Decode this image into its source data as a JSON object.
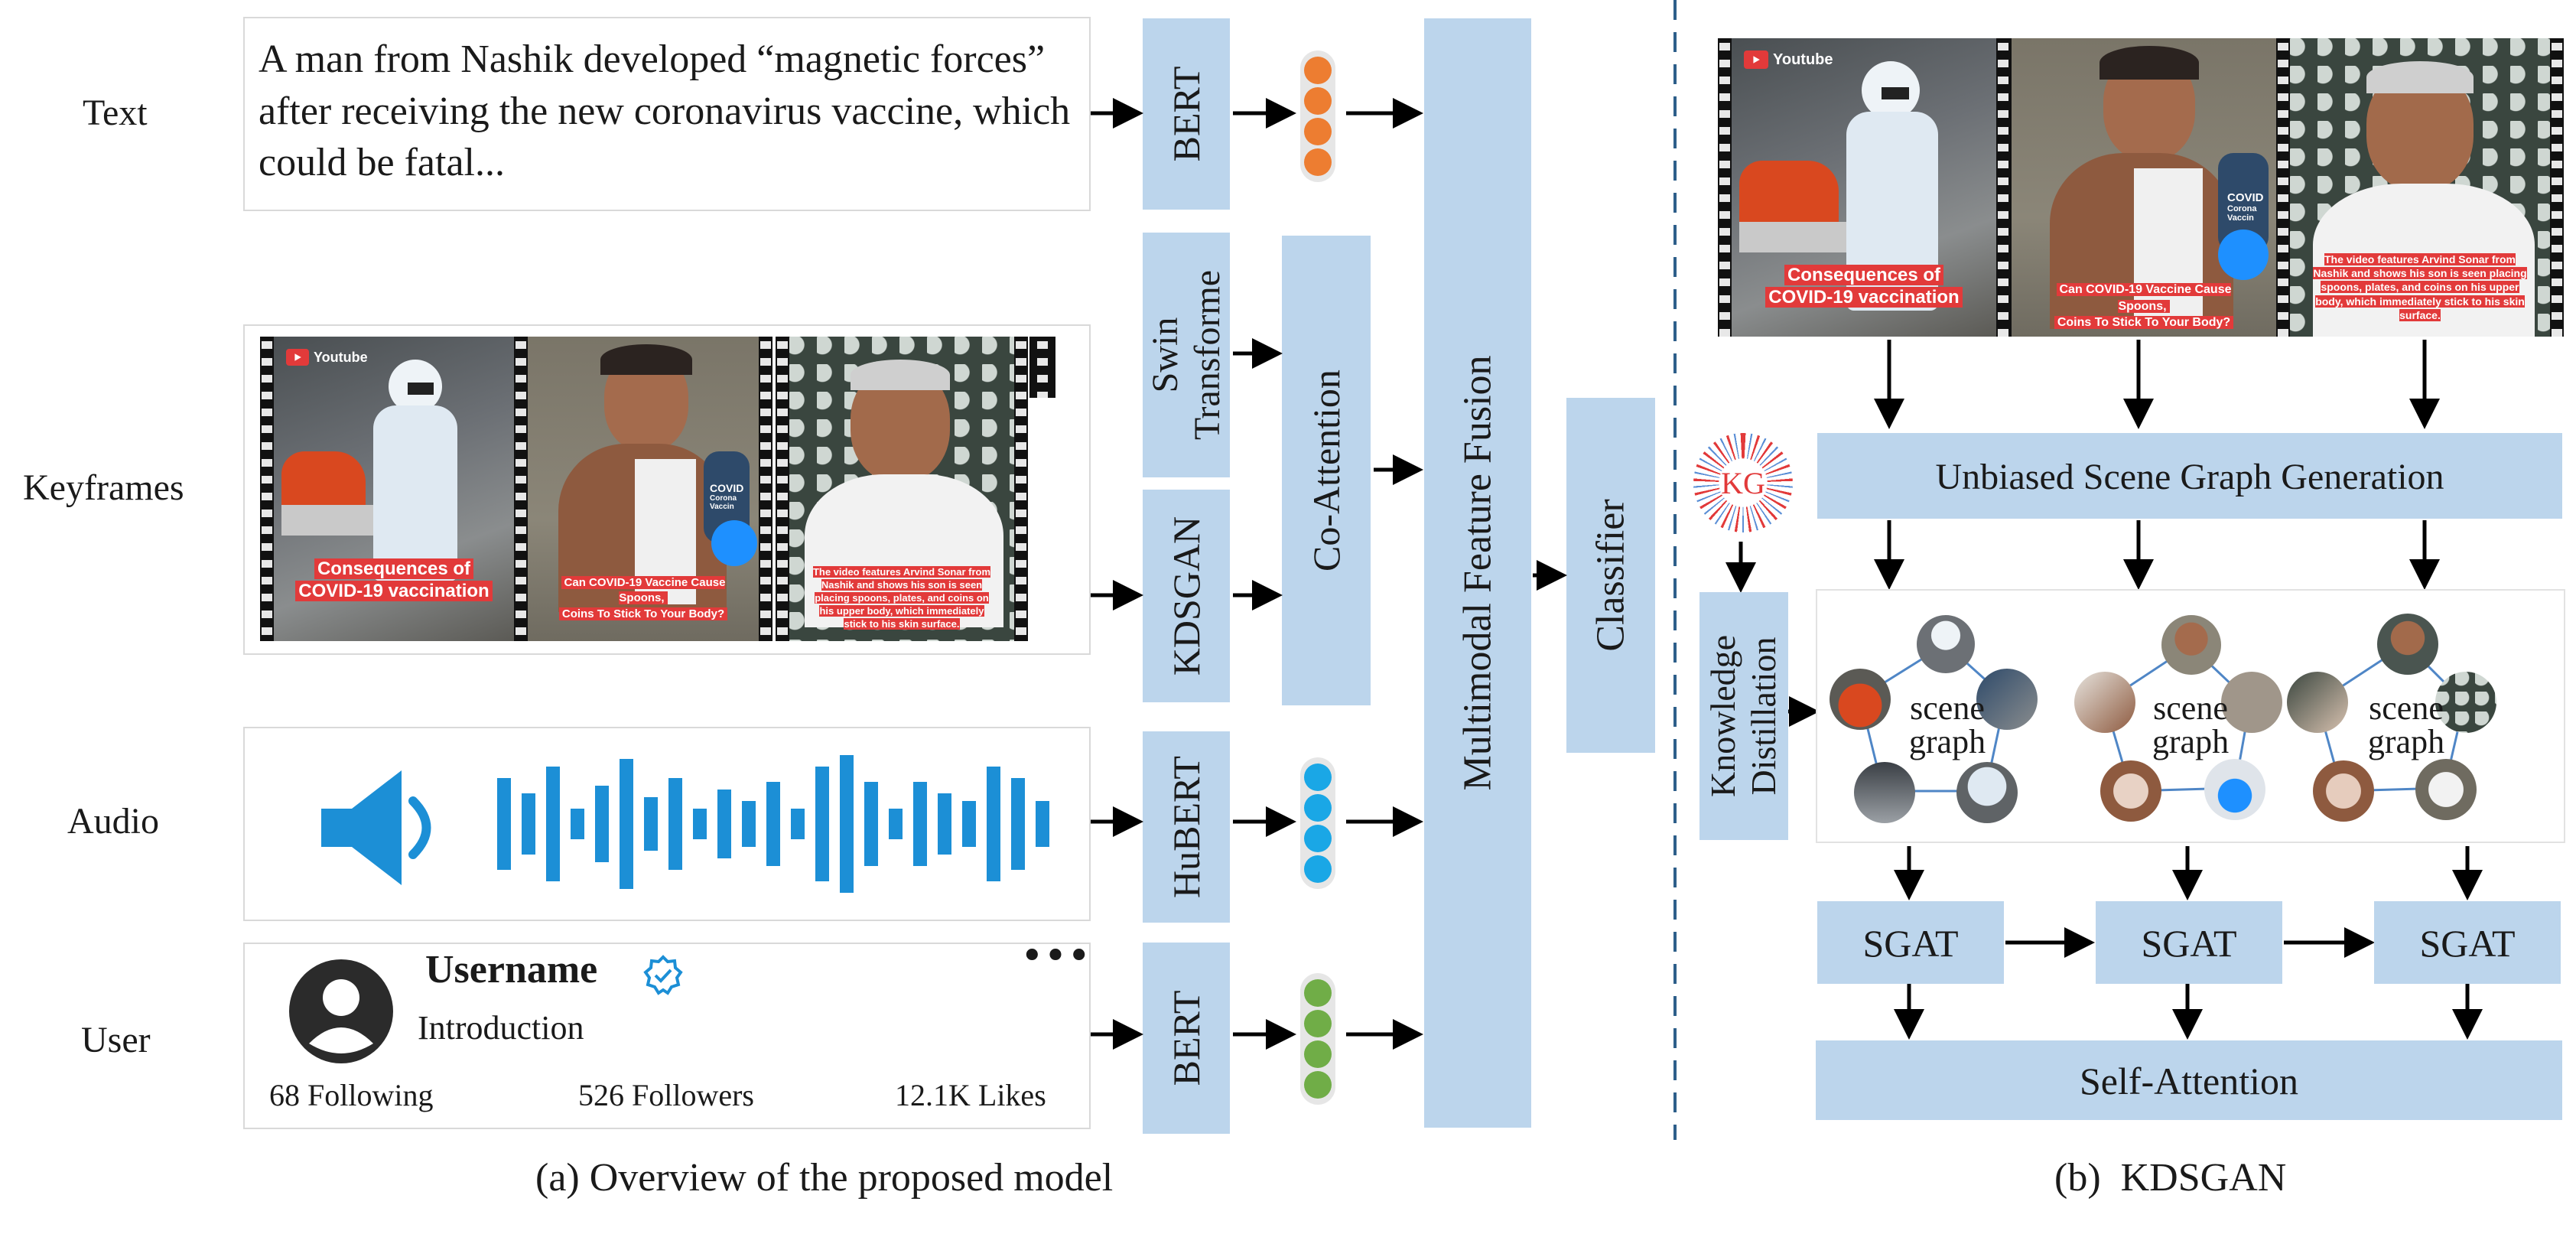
{
  "rows": {
    "text_label": "Text",
    "keyframes_label": "Keyframes",
    "audio_label": "Audio",
    "user_label": "User"
  },
  "text_input": "A man from Nashik developed “magnetic forces” after receiving the new coronavirus vaccine, which could be fatal...",
  "encoders": {
    "bert_text": "BERT",
    "swin_line1": "Swin",
    "swin_line2": "Transforme",
    "kdsgan": "KDSGAN",
    "hubert": "HuBERT",
    "bert_user": "BERT"
  },
  "co_attention": "Co-Attention",
  "fusion": "Multimodal Feature Fusion",
  "classifier": "Classifier",
  "frames": {
    "youtube_label": "Youtube",
    "caption1_line1": "Consequences of",
    "caption1_line2": "COVID-19 vaccination",
    "caption2_line1": "Can COVID-19 Vaccine Cause Spoons,",
    "caption2_line2": "Coins To Stick To Your Body?",
    "caption3": "The video features Arvind Sonar  from Nashik and shows his son is seen placing spoons, plates, and coins on his upper body, which immediately stick to his skin surface.",
    "vial_text1": "COVID",
    "vial_text2": "Corona",
    "vial_text3": "Vaccin"
  },
  "user": {
    "username": "Username",
    "intro": "Introduction",
    "following": "68 Following",
    "followers": "526 Followers",
    "likes": "12.1K Likes",
    "more": "•••"
  },
  "kdsgan_panel": {
    "kg": "KG",
    "knowledge_line1": "Knowledge",
    "knowledge_line2": "Distillation",
    "usgg": "Unbiased Scene Graph Generation",
    "scene_line1": "scene",
    "scene_line2": "graph",
    "sgat": "SGAT",
    "self_attention": "Self-Attention"
  },
  "captions": {
    "a": "(a) Overview of the proposed  model",
    "b": "(b)  KDSGAN"
  },
  "colors": {
    "box": "#bcd5ec",
    "text_dots": "#ed7d31",
    "audio_dots": "#1aa7e6",
    "user_dots": "#70ad47",
    "speaker": "#1c8fd6",
    "verified": "#1c8fd6",
    "divider": "#2e5f8a"
  },
  "icons": [
    "speaker-icon",
    "sound-wave-icon",
    "avatar-icon",
    "verified-badge-icon",
    "more-icon",
    "youtube-icon",
    "kg-graph-icon"
  ]
}
